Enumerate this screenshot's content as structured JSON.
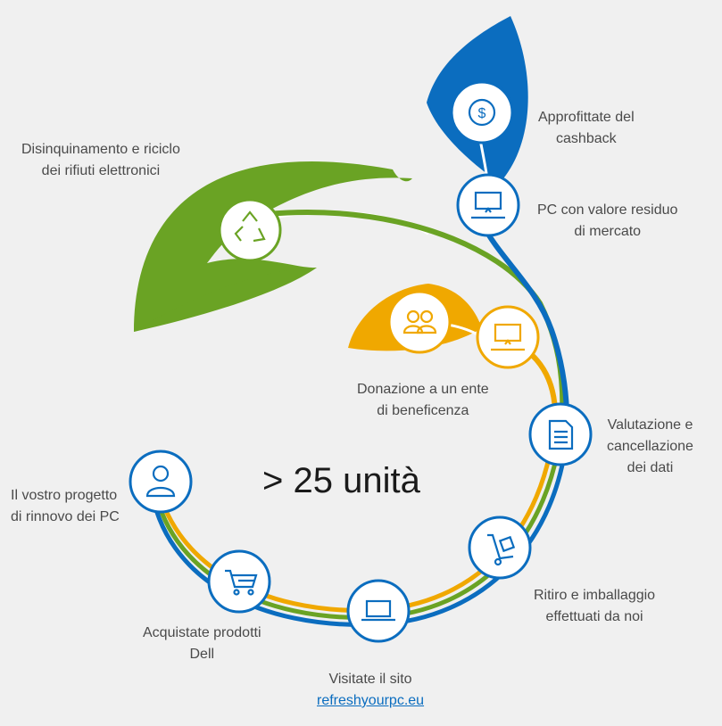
{
  "center_text": "> 25 unità",
  "steps": {
    "project": {
      "lines": [
        "Il vostro progetto",
        "di rinnovo dei PC"
      ],
      "icon": "person-icon"
    },
    "buy": {
      "lines": [
        "Acquistate prodotti",
        "Dell"
      ],
      "icon": "cart-icon"
    },
    "visit": {
      "lines": [
        "Visitate il sito"
      ],
      "link": "refreshyourpc.eu",
      "icon": "laptop-icon"
    },
    "pickup": {
      "lines": [
        "Ritiro e imballaggio",
        "effettuati da noi"
      ],
      "icon": "hand-truck-icon"
    },
    "evaluate": {
      "lines": [
        "Valutazione e",
        "cancellazione",
        "dei dati"
      ],
      "icon": "document-icon"
    },
    "donate": {
      "lines": [
        "Donazione a un ente",
        "di beneficenza"
      ],
      "icon": "people-icon"
    },
    "residual": {
      "lines": [
        "PC con valore residuo",
        "di mercato"
      ],
      "icon": "monitor-icon"
    },
    "cashback": {
      "lines": [
        "Approfittate del",
        "cashback"
      ],
      "icon": "dollar-cycle-icon"
    },
    "recycle": {
      "lines": [
        "Disinquinamento e riciclo",
        "dei rifiuti elettronici"
      ],
      "icon": "recycle-icon"
    }
  },
  "colors": {
    "blue": "#0b6dbf",
    "green": "#6aa324",
    "orange": "#f0a800",
    "text": "#4a4a4a",
    "background": "#f0f0f0"
  }
}
